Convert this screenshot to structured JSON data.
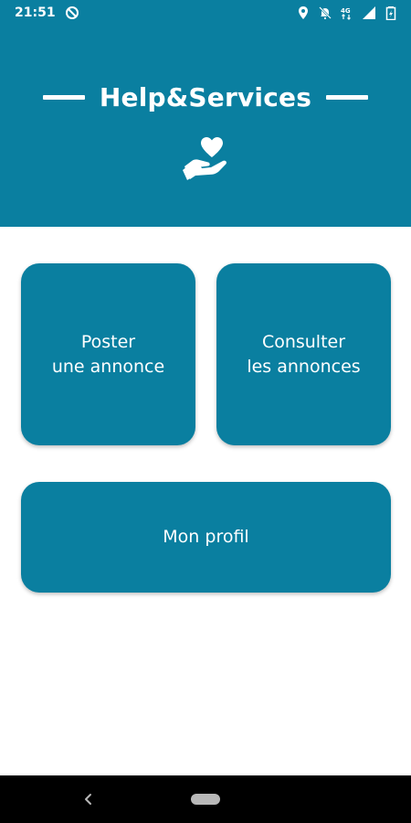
{
  "status_bar": {
    "time": "21:51",
    "left_icons": [
      "sync-disabled-icon"
    ],
    "right_icons": [
      "location-icon",
      "notifications-off-icon",
      "4g-signal-icon",
      "cell-signal-icon",
      "battery-icon"
    ],
    "network_label": "4G"
  },
  "header": {
    "title": "Help&Services",
    "icon": "hand-heart-icon",
    "background_color": "#0a7fa0"
  },
  "menu": {
    "post_line1": "Poster",
    "post_line2": "une annonce",
    "view_line1": "Consulter",
    "view_line2": "les annonces",
    "profile": "Mon profil"
  },
  "nav": {
    "back_icon": "back-chevron-icon",
    "home_icon": "home-pill-icon"
  },
  "colors": {
    "accent": "#0a7fa0",
    "text_on_accent": "#ffffff"
  }
}
